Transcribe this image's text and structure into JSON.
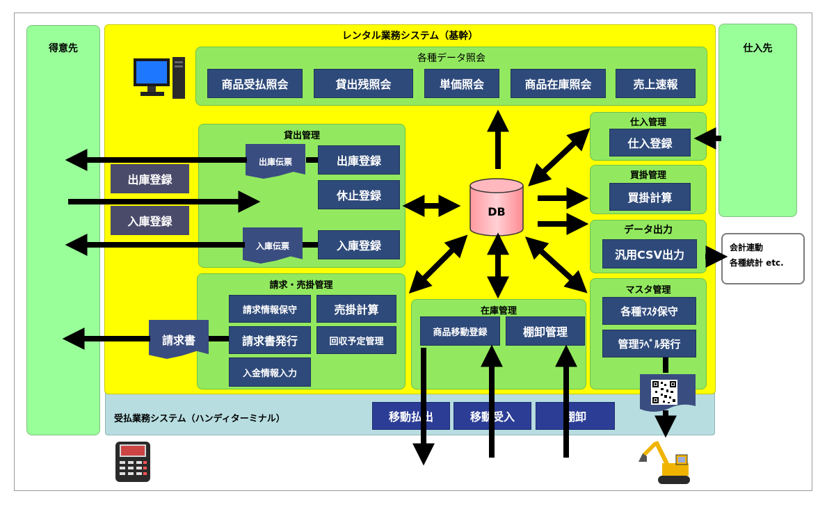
{
  "customer": "得意先",
  "supplier": "仕入先",
  "system_title": "レンタル業務システム（基幹）",
  "handy_title": "受払業務システム（ハンディターミナル）",
  "inquiry": {
    "title": "各種データ照会",
    "items": [
      "商品受払照会",
      "貸出残照会",
      "単価照会",
      "商品在庫照会",
      "売上速報"
    ]
  },
  "lending": {
    "title": "貸出管理",
    "out_slip": "出庫伝票",
    "in_slip": "入庫伝票",
    "out_reg": "出庫登録",
    "pause_reg": "休止登録",
    "in_reg": "入庫登録"
  },
  "external": {
    "out": "出庫登録",
    "in": "入庫登録"
  },
  "billing": {
    "title": "請求・売掛管理",
    "invoice_doc": "請求書",
    "info": "請求情報保守",
    "issue": "請求書発行",
    "payment": "入金情報入力",
    "ar_calc": "売掛計算",
    "collection": "回収予定管理"
  },
  "db": "DB",
  "purchase": {
    "title": "仕入管理",
    "reg": "仕入登録"
  },
  "payable": {
    "title": "買掛管理",
    "calc": "買掛計算"
  },
  "data_out": {
    "title": "データ出力",
    "csv": "汎用CSV出力"
  },
  "output_box": {
    "line1": "会計連動",
    "line2": "各種統計 etc."
  },
  "stock": {
    "title": "在庫管理",
    "move": "商品移動登録",
    "inventory": "棚卸管理"
  },
  "master": {
    "title": "マスタ管理",
    "maint": "各種ﾏｽﾀ保守",
    "label": "管理ﾗﾍﾞﾙ発行"
  },
  "handy": {
    "out": "移動払出",
    "in": "移動受入",
    "inventory": "棚卸"
  },
  "colors": {
    "yellow": "#ffff00",
    "green": "#99ff99",
    "panel": "#92e960",
    "button": "#2e4a7a",
    "handy_blue": "#b7dde0"
  },
  "icons": [
    "desktop-computer-icon",
    "database-cylinder-icon",
    "handy-terminal-icon",
    "qr-code-icon",
    "excavator-icon"
  ]
}
